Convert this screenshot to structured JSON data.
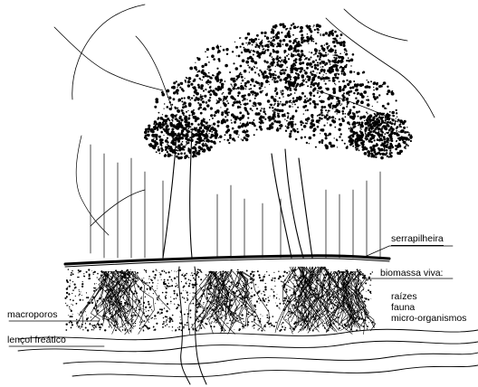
{
  "labels": {
    "serrapilheira": "serrapilheira",
    "biomassa_viva": "biomassa viva:",
    "biomassa_items": [
      "raízes",
      "fauna",
      "micro-organismos"
    ],
    "macroporos": "macroporos",
    "lencol_freatico": "lençol freático"
  },
  "colors": {
    "ink": "#000000",
    "background": "#ffffff"
  }
}
